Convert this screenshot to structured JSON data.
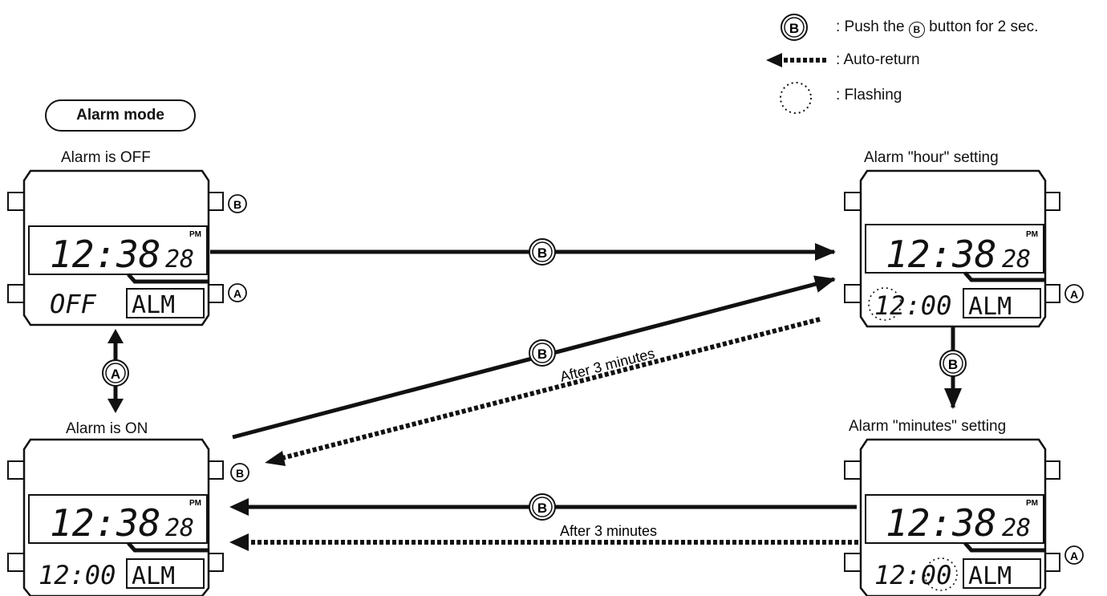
{
  "legend": {
    "push_b": ": Push the ",
    "push_b_tail": " button for 2 sec.",
    "auto_return": ": Auto-return",
    "flashing": ": Flashing",
    "button_b": "B",
    "button_a": "A"
  },
  "mode_label": "Alarm mode",
  "watches": {
    "off": {
      "caption": "Alarm is OFF",
      "time": "12:38",
      "seconds": "28",
      "pm": "PM",
      "sub": "OFF",
      "mode": "ALM"
    },
    "on": {
      "caption": "Alarm is ON",
      "time": "12:38",
      "seconds": "28",
      "pm": "PM",
      "sub": "12:00",
      "mode": "ALM"
    },
    "hour": {
      "caption": "Alarm \"hour\" setting",
      "time": "12:38",
      "seconds": "28",
      "pm": "PM",
      "sub": "12:00",
      "mode": "ALM"
    },
    "minutes": {
      "caption": "Alarm \"minutes\" setting",
      "time": "12:38",
      "seconds": "28",
      "pm": "PM",
      "sub": "12:00",
      "mode": "ALM"
    }
  },
  "arrows": {
    "after_3_min_diag": "After 3 minutes",
    "after_3_min_bottom": "After 3 minutes"
  },
  "colors": {
    "ink": "#111111",
    "paper": "#ffffff"
  }
}
